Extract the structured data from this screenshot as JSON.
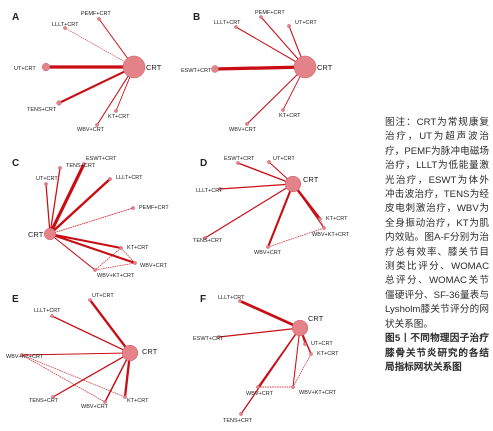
{
  "colors": {
    "edge": "#c80e14",
    "node_fill": "#e4828a",
    "node_stroke": "#c85a63",
    "label": "#222222",
    "caption_text": "#2b2b2b"
  },
  "panels": [
    {
      "label": "A",
      "nodes": [
        {
          "id": "CRT",
          "text": "CRT",
          "size": 10.5
        },
        {
          "id": "PEMF",
          "text": "PEMF+CRT",
          "size": 1.2
        },
        {
          "id": "LLLT",
          "text": "LLLT+CRT",
          "size": 0.5
        },
        {
          "id": "UT",
          "text": "UT+CRT",
          "size": 3.6
        },
        {
          "id": "TENS",
          "text": "TENS+CRT",
          "size": 2.2
        },
        {
          "id": "WBV",
          "text": "WBV+CRT",
          "size": 1.2
        },
        {
          "id": "KT",
          "text": "KT+CRT",
          "size": 1.0
        }
      ],
      "edges": [
        {
          "from": "CRT",
          "to": "UT",
          "weight": 3.2
        },
        {
          "from": "CRT",
          "to": "PEMF",
          "weight": 0.9
        },
        {
          "from": "CRT",
          "to": "LLLT",
          "weight": 0.5
        },
        {
          "from": "CRT",
          "to": "TENS",
          "weight": 2.0
        },
        {
          "from": "CRT",
          "to": "WBV",
          "weight": 1.0
        },
        {
          "from": "CRT",
          "to": "KT",
          "weight": 0.8
        }
      ]
    },
    {
      "label": "B",
      "nodes": [
        {
          "id": "CRT",
          "text": "CRT",
          "size": 10.5
        },
        {
          "id": "PEMF",
          "text": "PEMF+CRT",
          "size": 1.5
        },
        {
          "id": "LLLT",
          "text": "LLLT+CRT",
          "size": 1.2
        },
        {
          "id": "UT",
          "text": "UT+CRT",
          "size": 1.5
        },
        {
          "id": "ESWT",
          "text": "ESWT+CRT",
          "size": 3.3
        },
        {
          "id": "WBV",
          "text": "WBV+CRT",
          "size": 1.3
        },
        {
          "id": "KT",
          "text": "KT+CRT",
          "size": 1.0
        }
      ],
      "edges": [
        {
          "from": "CRT",
          "to": "ESWT",
          "weight": 3.2
        },
        {
          "from": "CRT",
          "to": "PEMF",
          "weight": 1.0
        },
        {
          "from": "CRT",
          "to": "LLLT",
          "weight": 1.0
        },
        {
          "from": "CRT",
          "to": "UT",
          "weight": 1.0
        },
        {
          "from": "CRT",
          "to": "WBV",
          "weight": 1.0
        },
        {
          "from": "CRT",
          "to": "KT",
          "weight": 0.8
        }
      ]
    },
    {
      "label": "C",
      "nodes": [
        {
          "id": "CRT",
          "text": "CRT",
          "size": 5.5
        },
        {
          "id": "UT",
          "text": "UT+CRT",
          "size": 1.2
        },
        {
          "id": "ESWT",
          "text": "ESWT+CRT",
          "size": 1.3
        },
        {
          "id": "TENS",
          "text": "TENS+CRT",
          "size": 1.2
        },
        {
          "id": "LLLT",
          "text": "LLLT+CRT",
          "size": 1.2
        },
        {
          "id": "PEMF",
          "text": "PEMF+CRT",
          "size": 1.0
        },
        {
          "id": "KT",
          "text": "KT+CRT",
          "size": 1.1
        },
        {
          "id": "WBV",
          "text": "WBV+CRT",
          "size": 1.0
        },
        {
          "id": "WBVKT",
          "text": "WBV+KT+CRT",
          "size": 1.0
        }
      ],
      "edges": [
        {
          "from": "CRT",
          "to": "ESWT",
          "weight": 3.0
        },
        {
          "from": "CRT",
          "to": "LLLT",
          "weight": 2.3
        },
        {
          "from": "CRT",
          "to": "TENS",
          "weight": 1.2
        },
        {
          "from": "CRT",
          "to": "UT",
          "weight": 1.2
        },
        {
          "from": "CRT",
          "to": "PEMF",
          "weight": 0.7
        },
        {
          "from": "CRT",
          "to": "KT",
          "weight": 2.0
        },
        {
          "from": "CRT",
          "to": "WBV",
          "weight": 2.0
        },
        {
          "from": "CRT",
          "to": "WBVKT",
          "weight": 1.0
        },
        {
          "from": "WBV",
          "to": "WBVKT",
          "weight": 0.6
        },
        {
          "from": "KT",
          "to": "WBVKT",
          "weight": 0.6
        },
        {
          "from": "WBV",
          "to": "KT",
          "weight": 0.6
        }
      ]
    },
    {
      "label": "D",
      "nodes": [
        {
          "id": "CRT",
          "text": "CRT",
          "size": 7.5
        },
        {
          "id": "ESWT",
          "text": "ESWT+CRT",
          "size": 1.3
        },
        {
          "id": "UT",
          "text": "UT+CRT",
          "size": 1.0
        },
        {
          "id": "LLLT",
          "text": "LLLT+CRT",
          "size": 1.0
        },
        {
          "id": "TENS",
          "text": "TENS+CRT",
          "size": 1.0
        },
        {
          "id": "KT",
          "text": "KT+CRT",
          "size": 1.5
        },
        {
          "id": "WBV",
          "text": "WBV+CRT",
          "size": 1.0
        },
        {
          "id": "WBVKT",
          "text": "WBV+KT+CRT",
          "size": 0.8
        }
      ],
      "edges": [
        {
          "from": "CRT",
          "to": "ESWT",
          "weight": 1.4
        },
        {
          "from": "CRT",
          "to": "UT",
          "weight": 1.0
        },
        {
          "from": "CRT",
          "to": "LLLT",
          "weight": 1.2
        },
        {
          "from": "CRT",
          "to": "TENS",
          "weight": 1.2
        },
        {
          "from": "CRT",
          "to": "KT",
          "weight": 2.4
        },
        {
          "from": "CRT",
          "to": "WBV",
          "weight": 2.0
        },
        {
          "from": "CRT",
          "to": "WBVKT",
          "weight": 1.0
        },
        {
          "from": "WBV",
          "to": "WBVKT",
          "weight": 0.6
        },
        {
          "from": "KT",
          "to": "WBVKT",
          "weight": 0.6
        }
      ]
    },
    {
      "label": "E",
      "nodes": [
        {
          "id": "CRT",
          "text": "CRT",
          "size": 7.5
        },
        {
          "id": "UT",
          "text": "UT+CRT",
          "size": 1.0
        },
        {
          "id": "LLLT",
          "text": "LLLT+CRT",
          "size": 1.0
        },
        {
          "id": "WBVKT",
          "text": "WBV+KT+CRT",
          "size": 0.9
        },
        {
          "id": "TENS",
          "text": "TENS+CRT",
          "size": 1.0
        },
        {
          "id": "WBV",
          "text": "WBV+CRT",
          "size": 1.0
        },
        {
          "id": "KT",
          "text": "KT+CRT",
          "size": 1.2
        }
      ],
      "edges": [
        {
          "from": "CRT",
          "to": "UT",
          "weight": 2.2
        },
        {
          "from": "CRT",
          "to": "LLLT",
          "weight": 1.2
        },
        {
          "from": "CRT",
          "to": "WBVKT",
          "weight": 1.0
        },
        {
          "from": "CRT",
          "to": "TENS",
          "weight": 1.2
        },
        {
          "from": "CRT",
          "to": "WBV",
          "weight": 1.4
        },
        {
          "from": "CRT",
          "to": "KT",
          "weight": 2.2
        },
        {
          "from": "WBV",
          "to": "WBVKT",
          "weight": 0.6
        },
        {
          "from": "KT",
          "to": "WBVKT",
          "weight": 0.6
        }
      ]
    },
    {
      "label": "F",
      "nodes": [
        {
          "id": "CRT",
          "text": "CRT",
          "size": 7.5
        },
        {
          "id": "LLLT",
          "text": "LLLT+CRT",
          "size": 1.2
        },
        {
          "id": "ESWT",
          "text": "ESWT+CRT",
          "size": 1.0
        },
        {
          "id": "UT",
          "text": "UT+CRT",
          "size": 1.0
        },
        {
          "id": "KT",
          "text": "KT+CRT",
          "size": 1.2
        },
        {
          "id": "WBV",
          "text": "WBV+CRT",
          "size": 1.0
        },
        {
          "id": "WBVKT",
          "text": "WBV+KT+CRT",
          "size": 0.8
        },
        {
          "id": "TENS",
          "text": "TENS+CRT",
          "size": 1.0
        }
      ],
      "edges": [
        {
          "from": "CRT",
          "to": "LLLT",
          "weight": 2.6
        },
        {
          "from": "CRT",
          "to": "ESWT",
          "weight": 1.2
        },
        {
          "from": "CRT",
          "to": "UT",
          "weight": 1.0
        },
        {
          "from": "CRT",
          "to": "KT",
          "weight": 1.4
        },
        {
          "from": "CRT",
          "to": "WBV",
          "weight": 1.2
        },
        {
          "from": "CRT",
          "to": "WBVKT",
          "weight": 1.0
        },
        {
          "from": "CRT",
          "to": "TENS",
          "weight": 1.2
        },
        {
          "from": "WBV",
          "to": "WBVKT",
          "weight": 0.6
        },
        {
          "from": "KT",
          "to": "WBVKT",
          "weight": 0.6
        }
      ]
    }
  ],
  "caption": {
    "notes": "图注：CRT为常规康复治疗，UT为超声波治疗，PEMF为脉冲电磁场治疗，LLLT为低能量激光治疗，ESWT为体外冲击波治疗，TENS为经皮电刺激治疗，WBV为全身振动治疗，KT为肌内效贴。图A-F分别为治疗总有效率、膝关节目测类比评分、WOMAC总评分、WOMAC关节僵硬评分、SF-36量表与Lysholm膝关节评分的网状关系图。",
    "title": "图5丨不同物理因子治疗膝骨关节炎研究的各结局指标网状关系图"
  }
}
